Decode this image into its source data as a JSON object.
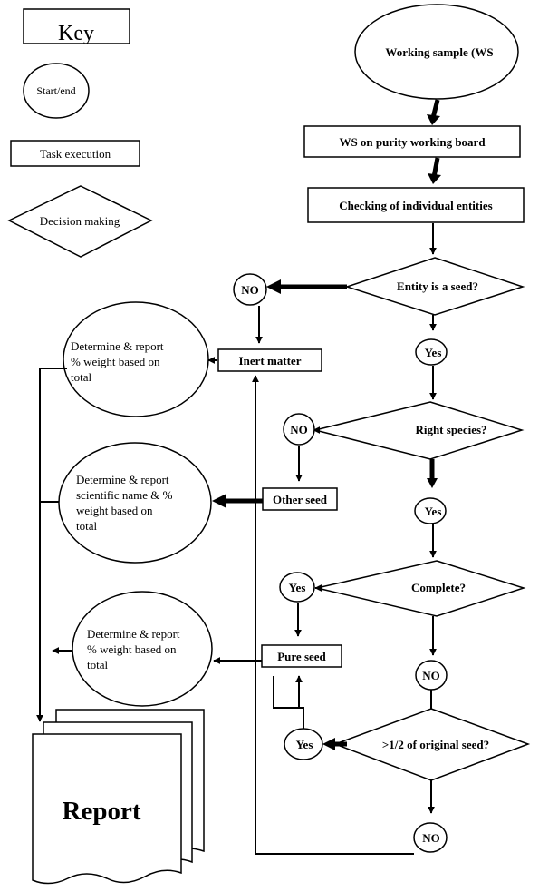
{
  "key": {
    "title": "Key",
    "start_end": "Start/end",
    "task_execution": "Task execution",
    "decision_making": "Decision making"
  },
  "nodes": {
    "working_sample": "Working sample (WS",
    "ws_board": "WS on purity working board",
    "checking": "Checking of individual entities",
    "entity_seed": "Entity is a seed?",
    "right_species": "Right species?",
    "complete": "Complete?",
    "half_seed": ">1/2 of original seed?",
    "inert_matter": "Inert matter",
    "other_seed": "Other seed",
    "pure_seed": "Pure seed",
    "report": "Report"
  },
  "outcomes": {
    "inert": [
      "Determine & report",
      "% weight based on",
      "total"
    ],
    "other": [
      "Determine & report",
      "scientific name & %",
      "weight based on",
      "total"
    ],
    "pure": [
      "Determine & report",
      "% weight based on",
      "total"
    ]
  },
  "answers": {
    "no": "NO",
    "yes": "Yes"
  }
}
